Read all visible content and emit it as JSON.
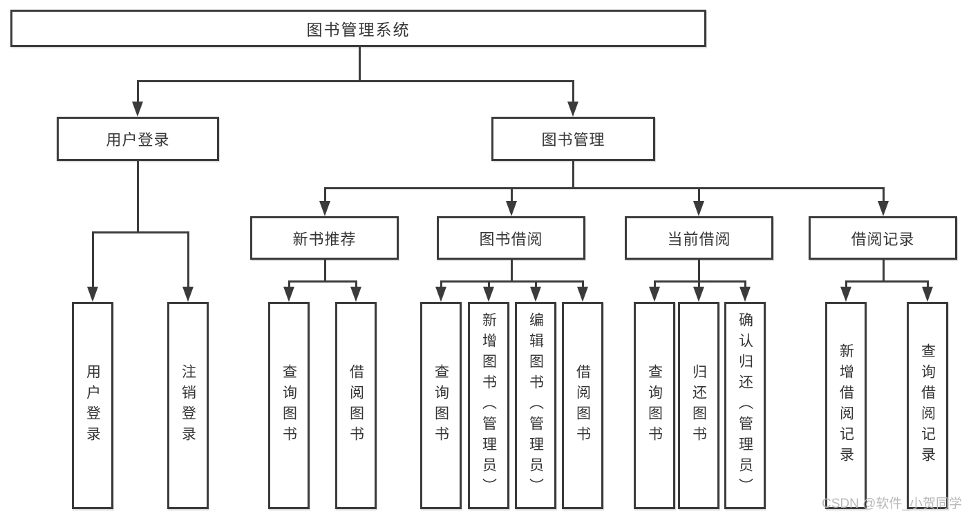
{
  "tree": {
    "root": {
      "label": "图书管理系统"
    },
    "branches": [
      {
        "label": "用户登录",
        "leaves": [
          {
            "label": "用户登录"
          },
          {
            "label": "注销登录"
          }
        ]
      },
      {
        "label": "图书管理",
        "sections": [
          {
            "label": "新书推荐",
            "leaves": [
              {
                "label": "查询图书"
              },
              {
                "label": "借阅图书"
              }
            ]
          },
          {
            "label": "图书借阅",
            "leaves": [
              {
                "label": "查询图书"
              },
              {
                "label": "新增图书（管理员）"
              },
              {
                "label": "编辑图书（管理员）"
              },
              {
                "label": "借阅图书"
              }
            ]
          },
          {
            "label": "当前借阅",
            "leaves": [
              {
                "label": "查询图书"
              },
              {
                "label": "归还图书"
              },
              {
                "label": "确认归还（管理员）"
              }
            ]
          },
          {
            "label": "借阅记录",
            "leaves": [
              {
                "label": "新增借阅记录"
              },
              {
                "label": "查询借阅记录"
              }
            ]
          }
        ]
      }
    ]
  },
  "watermark": {
    "text": "CSDN @软件_小贺同学"
  },
  "colors": {
    "line": "#3b3b3b",
    "text": "#353535",
    "box_background": "#ffffff",
    "watermark": "#b8b8b8",
    "page_background": "#ffffff"
  }
}
